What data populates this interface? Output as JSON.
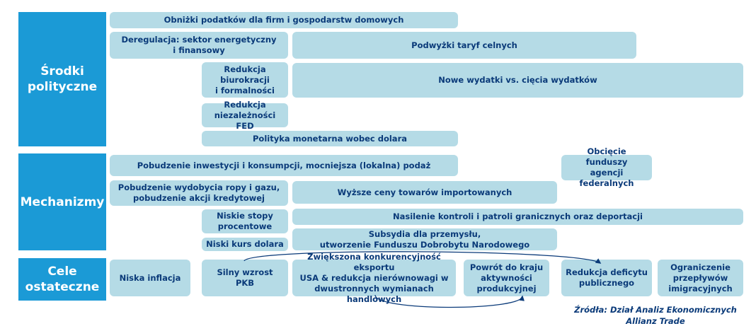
{
  "categories": {
    "policy": "Środki\npolityczne",
    "mechanisms": "Mechanizmy",
    "goals": "Cele\nostateczne"
  },
  "policy": {
    "tax_cuts": "Obniżki podatków dla firm i gospodarstw domowych",
    "deregulation": "Deregulacja: sektor energetyczny\ni finansowy",
    "tariffs": "Podwyżki taryf celnych",
    "bureaucracy": "Redukcja\nbiurokracji\ni formalności",
    "spending": "Nowe wydatki vs. cięcia wydatków",
    "fed": "Redukcja\nniezależności FED",
    "dollar_policy": "Polityka monetarna wobec dolara"
  },
  "mechanisms": {
    "investment": "Pobudzenie inwestycji i konsumpcji, mocniejsza (lokalna) podaż",
    "agency_cuts": "Obcięcie funduszy\nagencji federalnych",
    "oil_gas": "Pobudzenie wydobycia ropy i gazu,\npobudzenie akcji kredytowej",
    "import_prices": "Wyższe ceny towarów importowanych",
    "low_rates": "Niskie stopy\nprocentowe",
    "border": "Nasilenie kontroli i patroli granicznych oraz deportacji",
    "subsidies": "Subsydia dla przemysłu,\nutworzenie Funduszu Dobrobytu Narodowego",
    "low_dollar": "Niski kurs dolara"
  },
  "goals": {
    "low_inflation": "Niska inflacja",
    "gdp": "Silny wzrost\nPKB",
    "competitiveness": "Zwiększona konkurencyjność eksportu\nUSA & redukcja nierównowagi w\ndwustronnych wymianach handlowych",
    "reshoring": "Powrót do kraju\naktywności\nprodukcyjnej",
    "deficit": "Redukcja deficytu\npublicznego",
    "immigration": "Ograniczenie\nprzepływów\nimigracyjnych"
  },
  "source": "Źródła: Dział Analiz Ekonomicznych\nAllianz Trade",
  "colors": {
    "category_bg": "#1b9ad6",
    "box_bg": "#b5dbe6",
    "text": "#0a3a79"
  }
}
